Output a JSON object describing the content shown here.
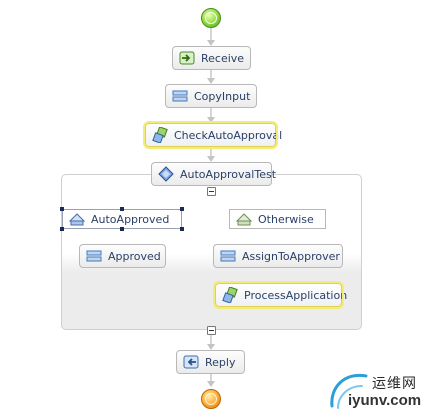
{
  "process": {
    "activities": {
      "receive": "Receive",
      "copy_input": "CopyInput",
      "check_auto_approval": "CheckAutoApproval",
      "auto_approval_test": "AutoApprovalTest",
      "auto_approved": "AutoApproved",
      "approved": "Approved",
      "otherwise": "Otherwise",
      "assign_to_approver": "AssignToApprover",
      "process_application": "ProcessApplication",
      "reply": "Reply"
    }
  },
  "watermark": {
    "chinese": "运维网",
    "latin": "iyunv.com"
  },
  "icons": {
    "start": "start-node-icon",
    "end": "end-node-icon",
    "receive": "receive-icon",
    "assign": "assign-icon",
    "invoke": "invoke-icon",
    "choice": "choice-icon",
    "case": "case-icon",
    "reply": "reply-icon"
  },
  "colors": {
    "invoke_highlight": "#f3ec75",
    "label_text": "#2a3f66",
    "start": "#7fcf35",
    "end": "#ff9e1f"
  }
}
